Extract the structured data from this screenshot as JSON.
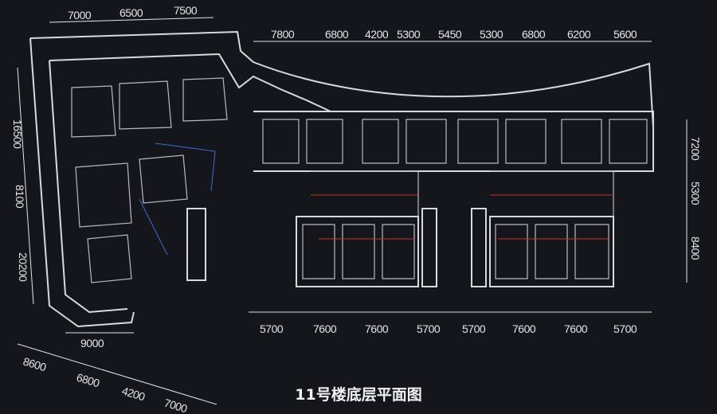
{
  "title": "11号楼底层平面图",
  "colors": {
    "background": "#15161b",
    "walls": "#d8d8e0",
    "dims": "#e4e4ea",
    "accent_red": "#c0392b",
    "accent_blue": "#3b6fd6"
  },
  "dimensions": {
    "top_left": [
      "7000",
      "6500",
      "7500"
    ],
    "top_right": [
      "7800",
      "6800",
      "4200",
      "5300",
      "5450",
      "5300",
      "6800",
      "6200",
      "5600"
    ],
    "left_vertical": [
      "16500",
      "8100",
      "20200"
    ],
    "right_vertical": [
      "7200",
      "5300",
      "8400"
    ],
    "bottom_right": [
      "5700",
      "7600",
      "7600",
      "5700",
      "5700",
      "7600",
      "7600",
      "5700"
    ],
    "bottom_left_upper": [
      "9000"
    ],
    "bottom_left_lower": [
      "8600",
      "6800",
      "4200",
      "7000"
    ]
  }
}
